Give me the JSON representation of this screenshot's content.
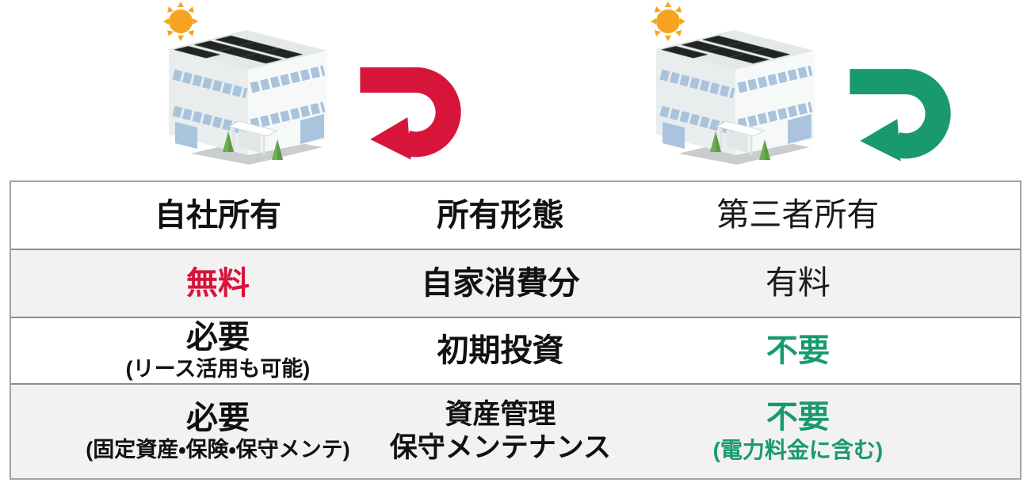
{
  "colors": {
    "red_accent": "#d7143a",
    "green_accent": "#199a6e",
    "sun": "#f6a41f",
    "row_alt_background": "#f2f2f2",
    "table_border": "#a3a3a3",
    "row_divider": "#8c8c8c"
  },
  "hero": {
    "left": {
      "sun_icon": "sun",
      "building_icon": "office-building-with-rooftop-solar-panels",
      "arrow_icon": "u-turn-arrow",
      "arrow_color": "#d7143a"
    },
    "right": {
      "sun_icon": "sun",
      "building_icon": "office-building-with-rooftop-solar-panels",
      "arrow_icon": "u-turn-arrow",
      "arrow_color": "#199a6e"
    }
  },
  "table": {
    "rows": [
      {
        "left": {
          "main": "自社所有"
        },
        "center": {
          "main": "所有形態"
        },
        "right": {
          "main": "第三者所有"
        }
      },
      {
        "left": {
          "main": "無料"
        },
        "center": {
          "main": "自家消費分"
        },
        "right": {
          "main": "有料"
        }
      },
      {
        "left": {
          "main": "必要",
          "note": "(リース活用も可能)"
        },
        "center": {
          "main": "初期投資"
        },
        "right": {
          "main": "不要"
        }
      },
      {
        "left": {
          "main": "必要",
          "note": "(固定資産・保険・保守メンテ)"
        },
        "center": {
          "main": "資産管理",
          "main2": "保守メンテナンス"
        },
        "right": {
          "main": "不要",
          "note": "(電力料金に含む)"
        }
      }
    ]
  }
}
